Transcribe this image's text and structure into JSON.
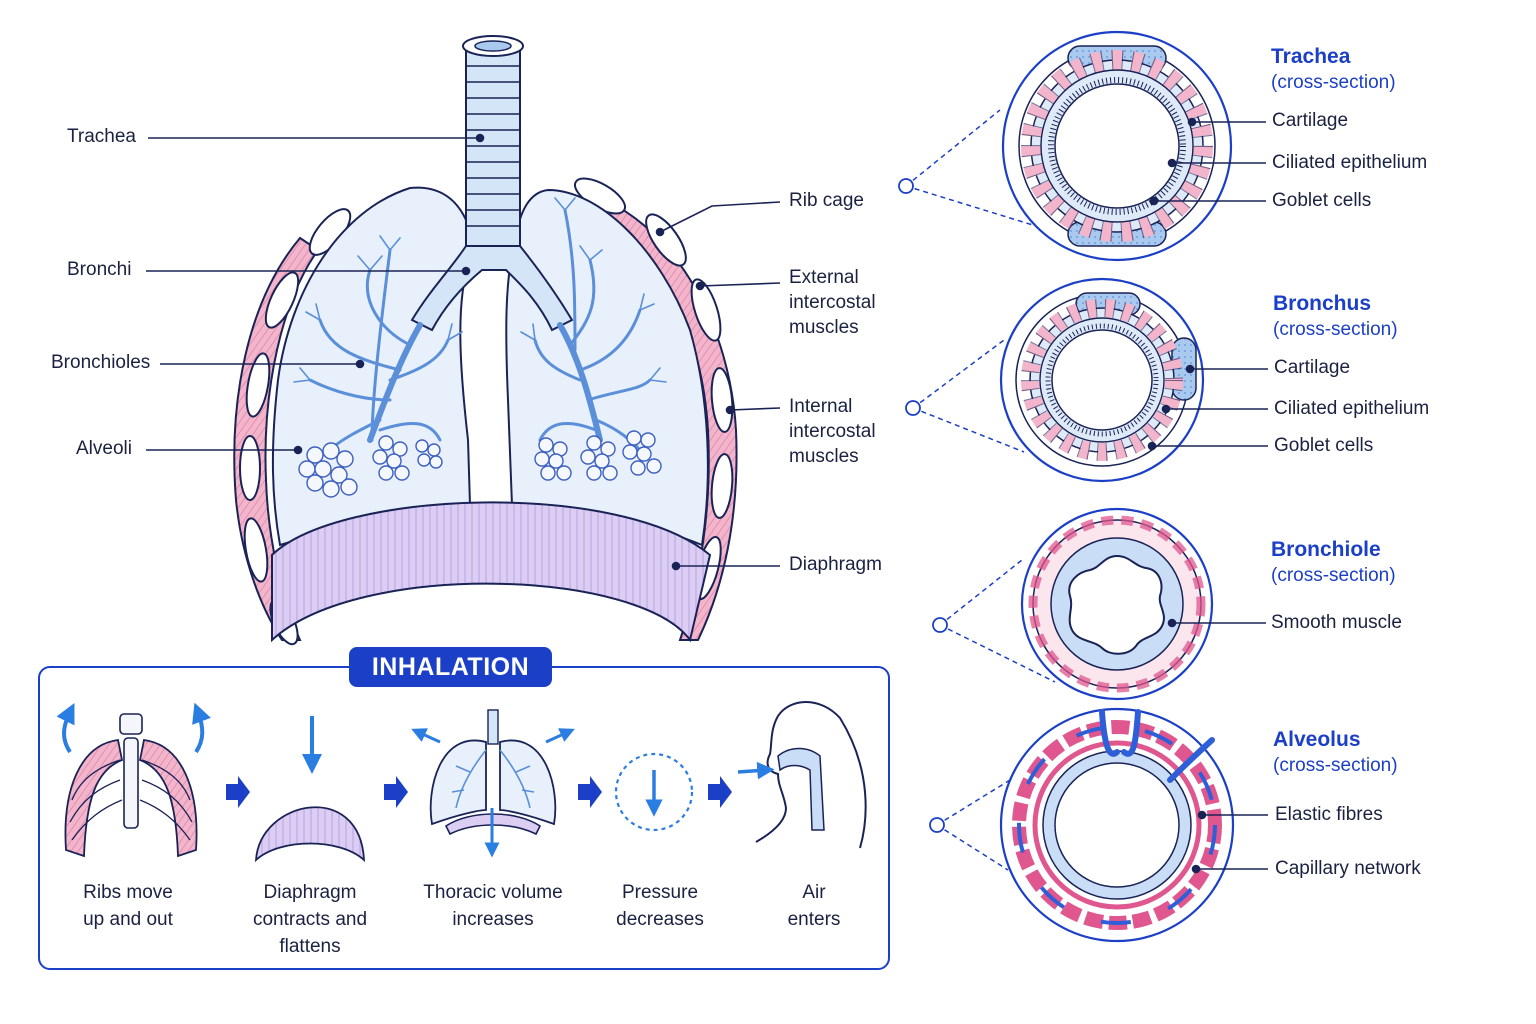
{
  "lung_labels": {
    "trachea": "Trachea",
    "bronchi": "Bronchi",
    "bronchioles": "Bronchioles",
    "alveoli": "Alveoli",
    "rib_cage": "Rib cage",
    "external_intercostal": [
      "External",
      "intercostal",
      "muscles"
    ],
    "internal_intercostal": [
      "Internal",
      "intercostal",
      "muscles"
    ],
    "diaphragm": "Diaphragm"
  },
  "cross_sections": [
    {
      "title": "Trachea",
      "subtitle": "(cross-section)",
      "parts": [
        "Cartilage",
        "Ciliated epithelium",
        "Goblet cells"
      ]
    },
    {
      "title": "Bronchus",
      "subtitle": "(cross-section)",
      "parts": [
        "Cartilage",
        "Ciliated epithelium",
        "Goblet cells"
      ]
    },
    {
      "title": "Bronchiole",
      "subtitle": "(cross-section)",
      "parts": [
        "Smooth muscle"
      ]
    },
    {
      "title": "Alveolus",
      "subtitle": "(cross-section)",
      "parts": [
        "Elastic fibres",
        "Capillary network"
      ]
    }
  ],
  "inhalation": {
    "title": "INHALATION",
    "steps": [
      {
        "lines": [
          "Ribs move",
          "up and out"
        ],
        "icon": "rib-cage-icon"
      },
      {
        "lines": [
          "Diaphragm",
          "contracts and",
          "flattens"
        ],
        "icon": "diaphragm-icon"
      },
      {
        "lines": [
          "Thoracic volume",
          "increases"
        ],
        "icon": "lungs-icon"
      },
      {
        "lines": [
          "Pressure",
          "decreases"
        ],
        "icon": "pressure-icon"
      },
      {
        "lines": [
          "Air",
          "enters"
        ],
        "icon": "head-icon"
      }
    ]
  },
  "colors": {
    "accent_blue": "#1b3fc7",
    "bright_blue": "#2a7de1",
    "outline": "#1a2356",
    "lung_fill": "#e8f1fb",
    "airway_fill": "#c9ddf6",
    "muscle_pink": "#f3b5cb",
    "capillary_pink": "#e0568e",
    "diaphragm_purple": "#dccdf3"
  }
}
